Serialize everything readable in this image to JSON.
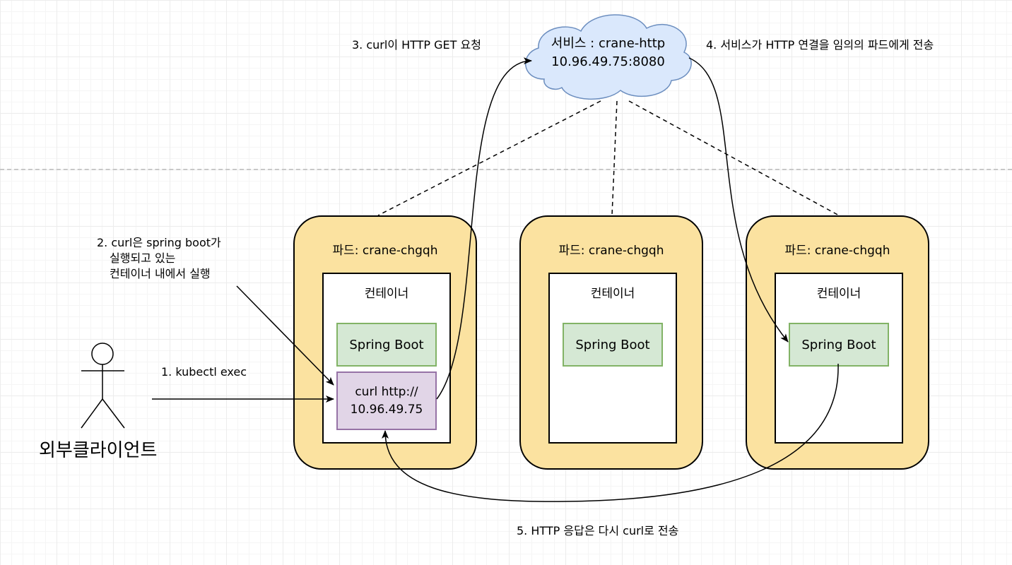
{
  "service": {
    "line1": "서비스 : crane-http",
    "line2": "10.96.49.75:8080"
  },
  "pods": [
    {
      "label": "파드: crane-chgqh",
      "container_label": "컨테이너",
      "app": "Spring Boot"
    },
    {
      "label": "파드: crane-chgqh",
      "container_label": "컨테이너",
      "app": "Spring Boot"
    },
    {
      "label": "파드: crane-chgqh",
      "container_label": "컨테이너",
      "app": "Spring Boot"
    }
  ],
  "curl_box": {
    "line1": "curl http://",
    "line2": "10.96.49.75"
  },
  "actor": {
    "label": "외부클라이언트"
  },
  "steps": {
    "step1": "1. kubectl exec",
    "step2_line1": "2. curl은 spring boot가",
    "step2_line2": "실행되고 있는",
    "step2_line3": "컨테이너 내에서 실행",
    "step3": "3. curl이 HTTP GET 요청",
    "step4": "4. 서비스가 HTTP 연결을 임의의 파드에게 전송",
    "step5": "5. HTTP 응답은 다시 curl로 전송"
  },
  "colors": {
    "pod_fill": "#fbe2a0",
    "spring_fill": "#d5e8d4",
    "spring_border": "#82b366",
    "curl_fill": "#e1d5e7",
    "curl_border": "#9673a6",
    "service_fill": "#dae8fc",
    "service_border": "#6c8ebf"
  }
}
